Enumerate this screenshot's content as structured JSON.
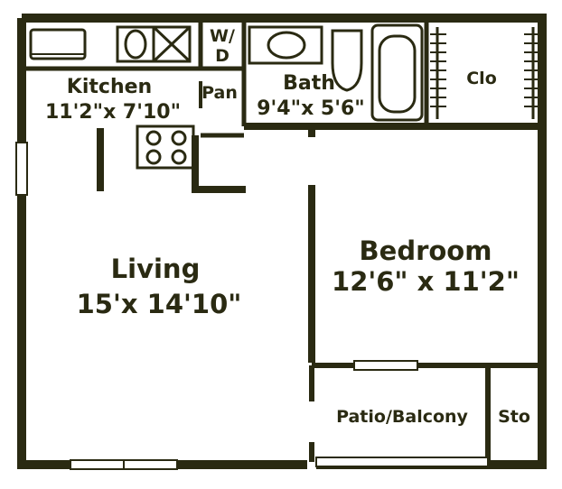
{
  "rooms": {
    "kitchen": {
      "name": "Kitchen",
      "size": "11'2\"x 7'10\""
    },
    "washer_dryer": {
      "name_top": "W/",
      "name_bottom": "D"
    },
    "pantry": {
      "name": "Pan"
    },
    "bath": {
      "name": "Bath",
      "size": "9'4\"x 5'6\""
    },
    "closet": {
      "name": "Clo"
    },
    "living": {
      "name": "Living",
      "size": "15'x 14'10\""
    },
    "bedroom": {
      "name": "Bedroom",
      "size": "12'6\" x 11'2\""
    },
    "patio": {
      "name": "Patio/Balcony"
    },
    "storage": {
      "name": "Sto"
    }
  },
  "colors": {
    "ink": "#2a2a12",
    "paper": "#ffffff"
  }
}
